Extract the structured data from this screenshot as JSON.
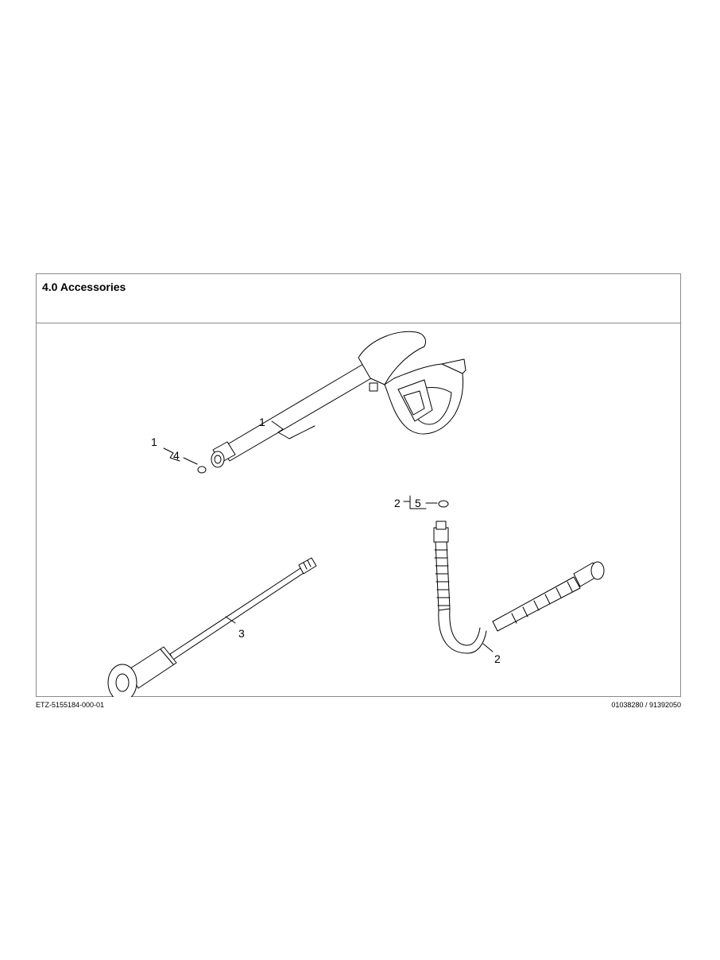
{
  "page": {
    "title": "4.0 Accessories",
    "doc_code": "ETZ-5155184-000-01",
    "part_numbers": "01038280 / 91392050"
  },
  "callouts": {
    "gun": "1",
    "gun_group": "1",
    "gun_oring": "4",
    "hose_group": "2",
    "hose_oring": "5",
    "lance": "3",
    "hose": "2"
  }
}
